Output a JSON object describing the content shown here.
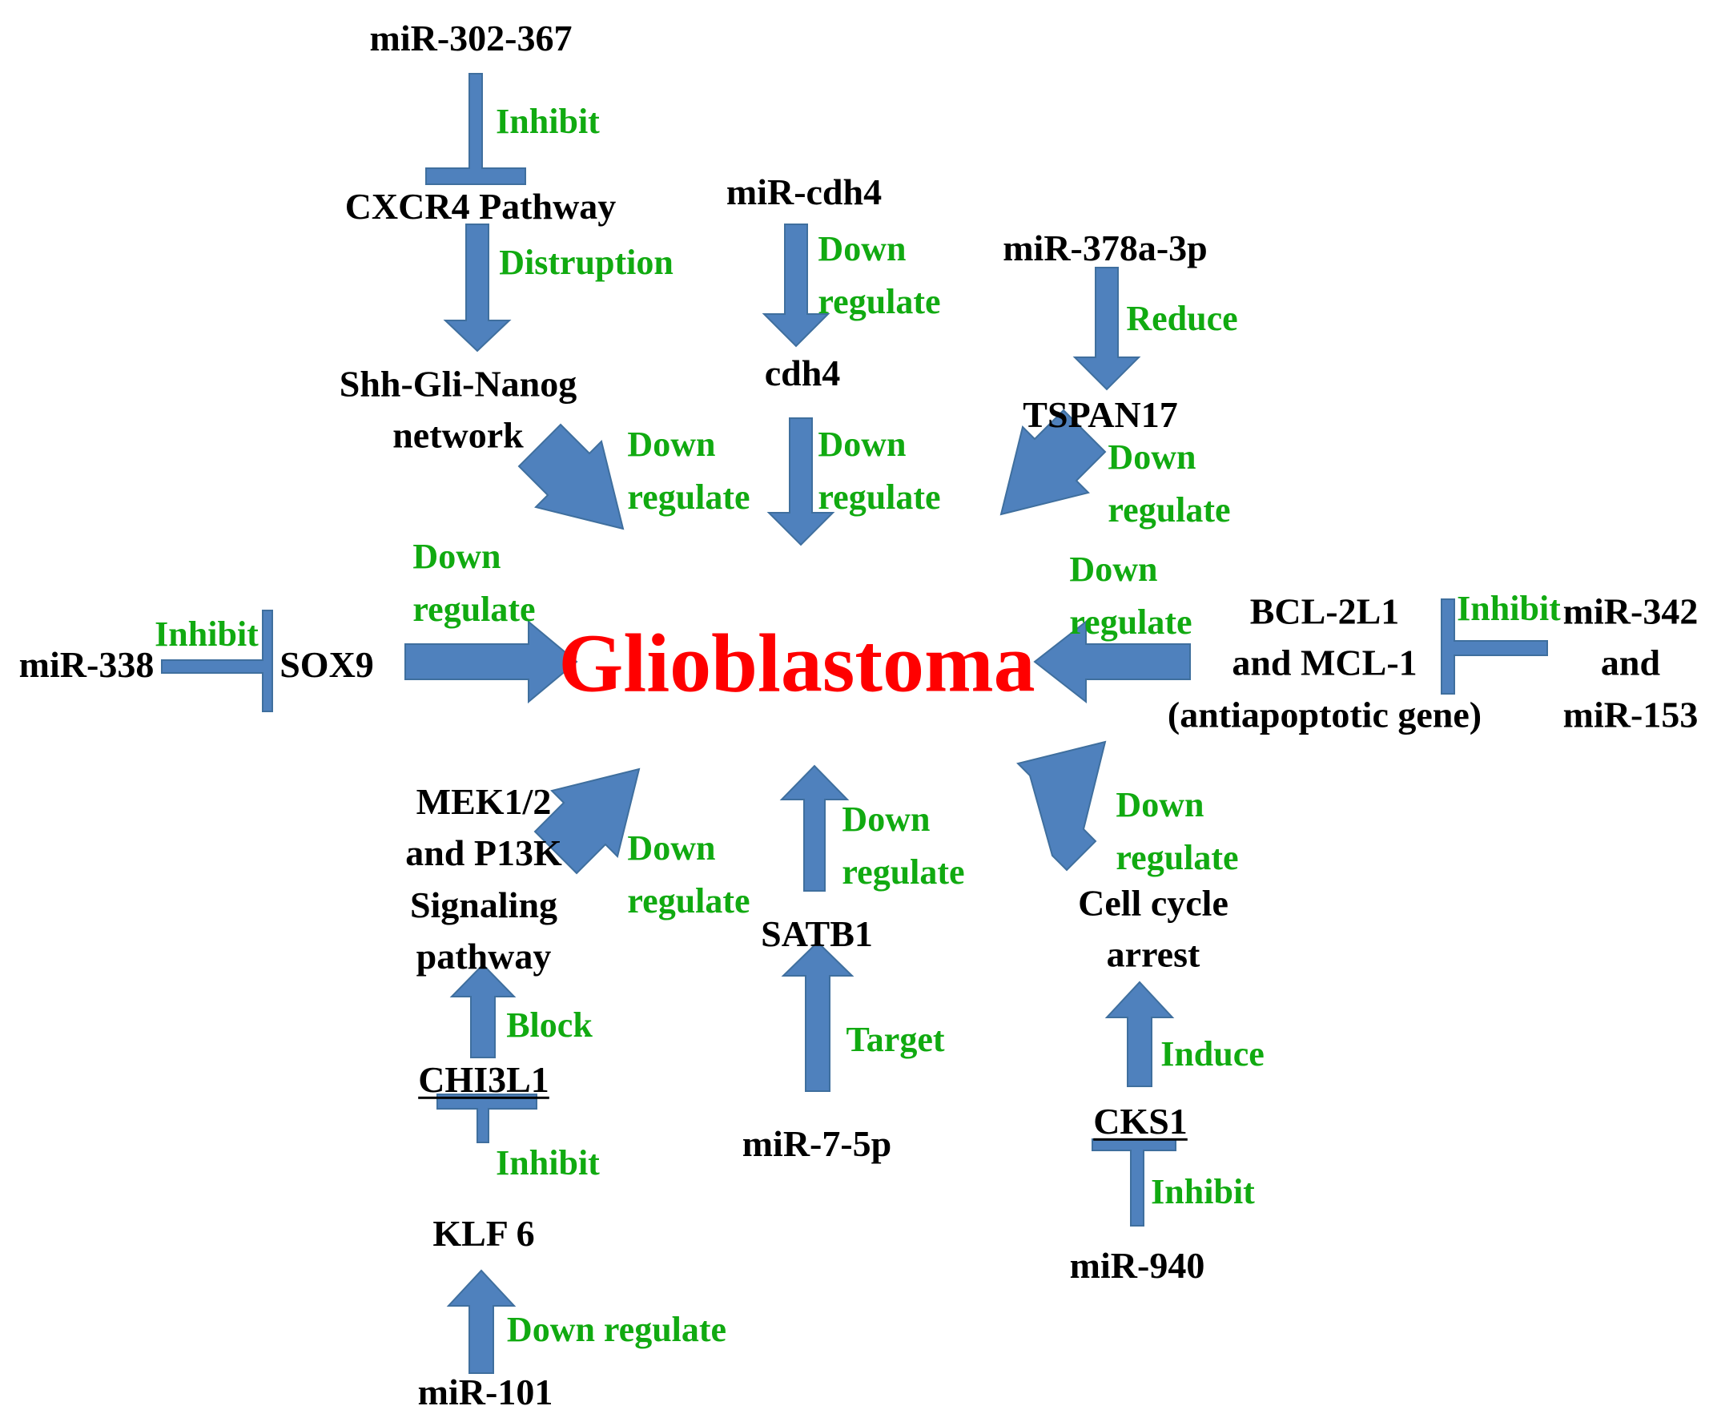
{
  "center": "Glioblastoma",
  "colors": {
    "center": "#ff0000",
    "relation": "#11aa11",
    "node": "#000000",
    "arrow": "#4f81bd"
  },
  "nodes": {
    "mir302": "miR-302-367",
    "cxcr4": "CXCR4 Pathway",
    "shh": "Shh-Gli-Nanog\nnetwork",
    "mircdh4": "miR-cdh4",
    "cdh4": "cdh4",
    "mir378": "miR-378a-3p",
    "tspan17": "TSPAN17",
    "mir338": "miR-338",
    "sox9": "SOX9",
    "bcl": "BCL-2L1\nand MCL-1\n(antiapoptotic gene)",
    "mir342": "miR-342\nand\nmiR-153",
    "mek": "MEK1/2\nand P13K\nSignaling\npathway",
    "chi3l1": "CHI3L1",
    "klf6": "KLF 6",
    "mir101": "miR-101",
    "satb1": "SATB1",
    "mir7": "miR-7-5p",
    "cellcycle": "Cell cycle\narrest",
    "cks1": "CKS1",
    "mir940": "miR-940"
  },
  "relations": {
    "inhibit_cxcr4": "Inhibit",
    "distruption": "Distruption",
    "down_shh": "Down\nregulate",
    "down_mircdh4": "Down\nregulate",
    "down_cdh4": "Down\nregulate",
    "reduce": "Reduce",
    "down_tspan17": "Down\nregulate",
    "inhibit_sox9": "Inhibit",
    "down_sox9": "Down\nregulate",
    "down_bcl": "Down\nregulate",
    "inhibit_bcl": "Inhibit",
    "down_mek": "Down\nregulate",
    "block": "Block",
    "inhibit_chi3l1": "Inhibit",
    "down_mir101": "Down regulate",
    "down_satb1": "Down\nregulate",
    "target": "Target",
    "down_cellcycle": "Down\nregulate",
    "induce": "Induce",
    "inhibit_cks1": "Inhibit"
  }
}
